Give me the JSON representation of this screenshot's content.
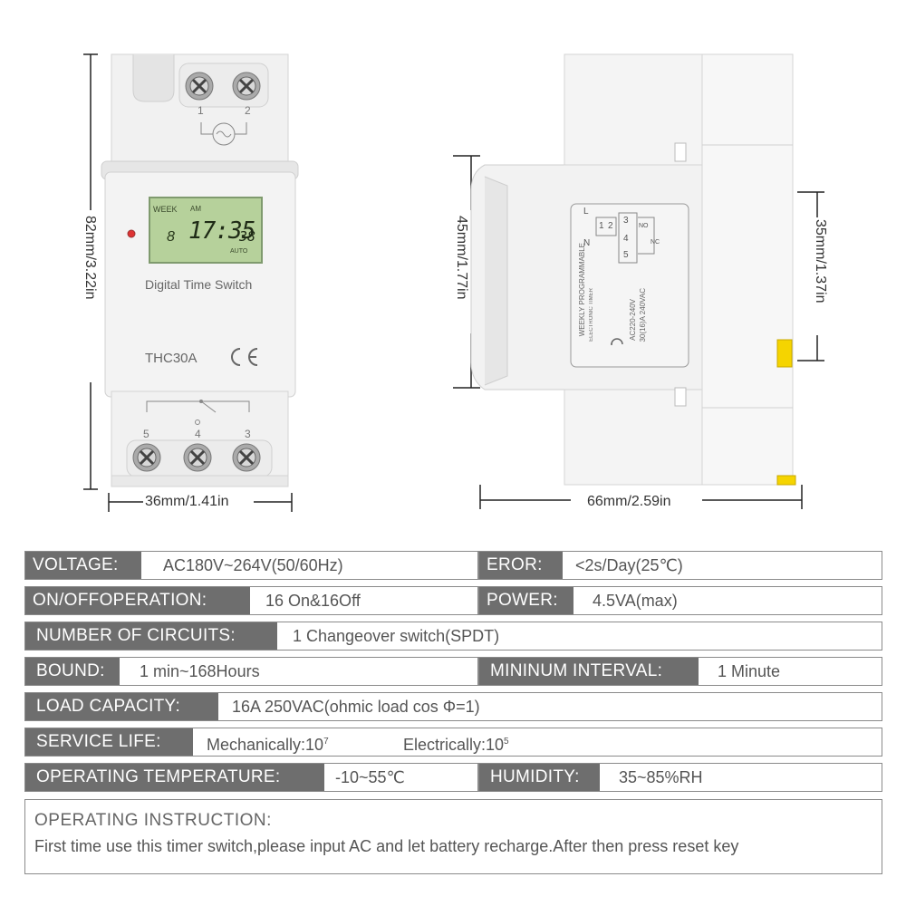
{
  "front_view": {
    "lcd_week": "WEEK",
    "lcd_am": "AM",
    "lcd_day": "8",
    "lcd_time": "17:35",
    "lcd_seconds": "38",
    "lcd_auto": "AUTO",
    "product_name": "Digital Time Switch",
    "model": "THC30A",
    "ce_mark": "CE",
    "top_terminal_1": "1",
    "top_terminal_2": "2",
    "bottom_terminal_5": "5",
    "bottom_terminal_4": "4",
    "bottom_terminal_3": "3",
    "height_dim": "82mm/3.22in",
    "width_dim": "36mm/1.41in"
  },
  "side_view": {
    "height_dim": "45mm/1.77in",
    "rail_dim": "35mm/1.37in",
    "depth_dim": "66mm/2.59in",
    "label_l": "L",
    "label_n": "N",
    "label_1": "1",
    "label_2": "2",
    "label_3": "3",
    "label_4": "4",
    "label_5": "5",
    "label_no": "NO",
    "label_nc": "NC",
    "title1": "WEEKLY PROGRAMMABLE",
    "title2": "ELECTRONIC TIMER",
    "spec1": "AC220-240V",
    "spec2": "30(16)A 240VAC",
    "ce_mark": "CE"
  },
  "specs": {
    "voltage_label": "VOLTAGE:",
    "voltage_value": "AC180V~264V(50/60Hz)",
    "error_label": "EROR:",
    "error_value": "<2s/Day(25℃)",
    "onoff_label": "ON/OFFOPERATION:",
    "onoff_value": "16 On&16Off",
    "power_label": "POWER:",
    "power_value": "4.5VA(max)",
    "circuits_label": "NUMBER OF CIRCUITS:",
    "circuits_value": "1 Changeover switch(SPDT)",
    "bound_label": "BOUND:",
    "bound_value": "1 min~168Hours",
    "interval_label": "MININUM INTERVAL:",
    "interval_value": "1 Minute",
    "load_label": "LOAD CAPACITY:",
    "load_value": "16A 250VAC(ohmic load cos Φ=1)",
    "life_label": "SERVICE LIFE:",
    "life_mech": "Mechanically:10",
    "life_mech_exp": "7",
    "life_elec": "Electrically:10",
    "life_elec_exp": "5",
    "temp_label": "OPERATING TEMPERATURE:",
    "temp_value": "-10~55℃",
    "humidity_label": "HUMIDITY:",
    "humidity_value": "35~85%RH"
  },
  "instruction": {
    "title": "OPERATING INSTRUCTION:",
    "text": "First time use this timer switch,please input AC and let battery recharge.After then press reset key"
  }
}
